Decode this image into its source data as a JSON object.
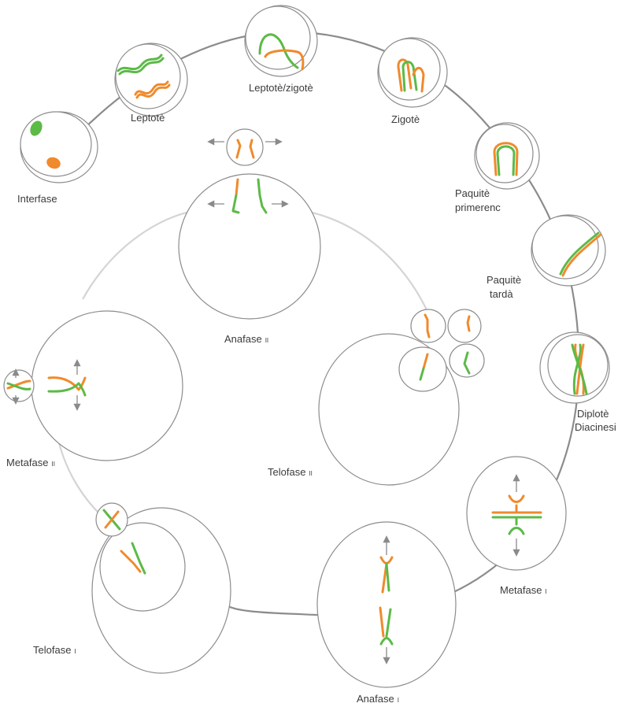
{
  "colors": {
    "chromatid_a": "#f08a2c",
    "chromatid_b": "#5cba47",
    "outer_cycle": "#8c8c8c",
    "inner_cycle": "#d4d4d4",
    "cell_outline": "#8c8c8c",
    "arrow": "#8a8a8a"
  },
  "stages": {
    "interfase": "Interfase",
    "leptote": "Leptotè",
    "leptote_zigote": "Leptotè/zigotè",
    "zigote": "Zigotè",
    "paquite_primerenc_1": "Paquitè",
    "paquite_primerenc_2": "primerenc",
    "paquite_tarda_1": "Paquitè",
    "paquite_tarda_2": "tardà",
    "diplote": "Diplotè",
    "diacinesi": "Diacinesi",
    "metafase_1": "Metafase",
    "metafase_1_num": "I",
    "anafase_1": "Anafase",
    "anafase_1_num": "I",
    "telofase_1": "Telofase",
    "telofase_1_num": "I",
    "metafase_2": "Metafase",
    "metafase_2_num": "II",
    "anafase_2": "Anafase",
    "anafase_2_num": "II",
    "telofase_2": "Telofase",
    "telofase_2_num": "II"
  }
}
